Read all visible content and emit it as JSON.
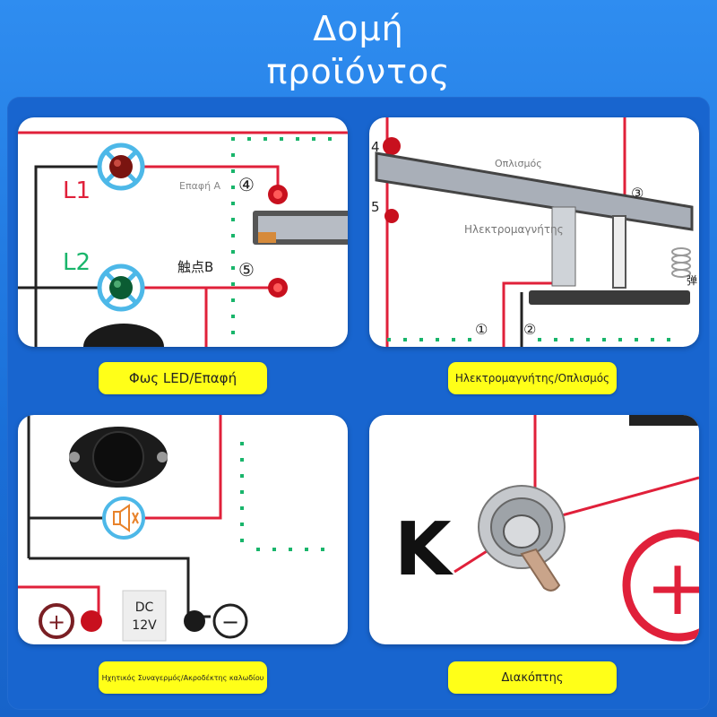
{
  "header": {
    "title_line1": "Δομή",
    "title_line2": "προϊόντος"
  },
  "panels": {
    "led": {
      "caption": "Φως LED/Επαφή",
      "label_l1": "L1",
      "label_l2": "L2",
      "contact_a": "Επαφή Α",
      "contact_b": "触点B",
      "num_4": "④",
      "num_5": "⑤"
    },
    "electromagnet": {
      "caption": "Ηλεκτρομαγνήτης/Οπλισμός",
      "armature_label": "Οπλισμός",
      "electromagnet_label": "Ηλεκτρομαγνήτης",
      "num_3": "③",
      "num_4": "4",
      "num_5": "5",
      "num_1": "①",
      "num_2": "②",
      "side_char": "弹"
    },
    "buzzer": {
      "caption": "Ηχητικός Συναγερμός/Ακροδέκτης καλωδίου",
      "dc_line1": "DC",
      "dc_line2": "12V",
      "plus": "+",
      "minus": "−"
    },
    "switch": {
      "caption": "Διακόπτης",
      "k_label": "K",
      "plus": "+"
    }
  },
  "colors": {
    "background": "#2f8df0",
    "inner_panel": "#1865cf",
    "caption_bg": "#ffff18",
    "wire_red": "#e0203a",
    "wire_dark": "#222222",
    "dots_green": "#19b56b"
  }
}
